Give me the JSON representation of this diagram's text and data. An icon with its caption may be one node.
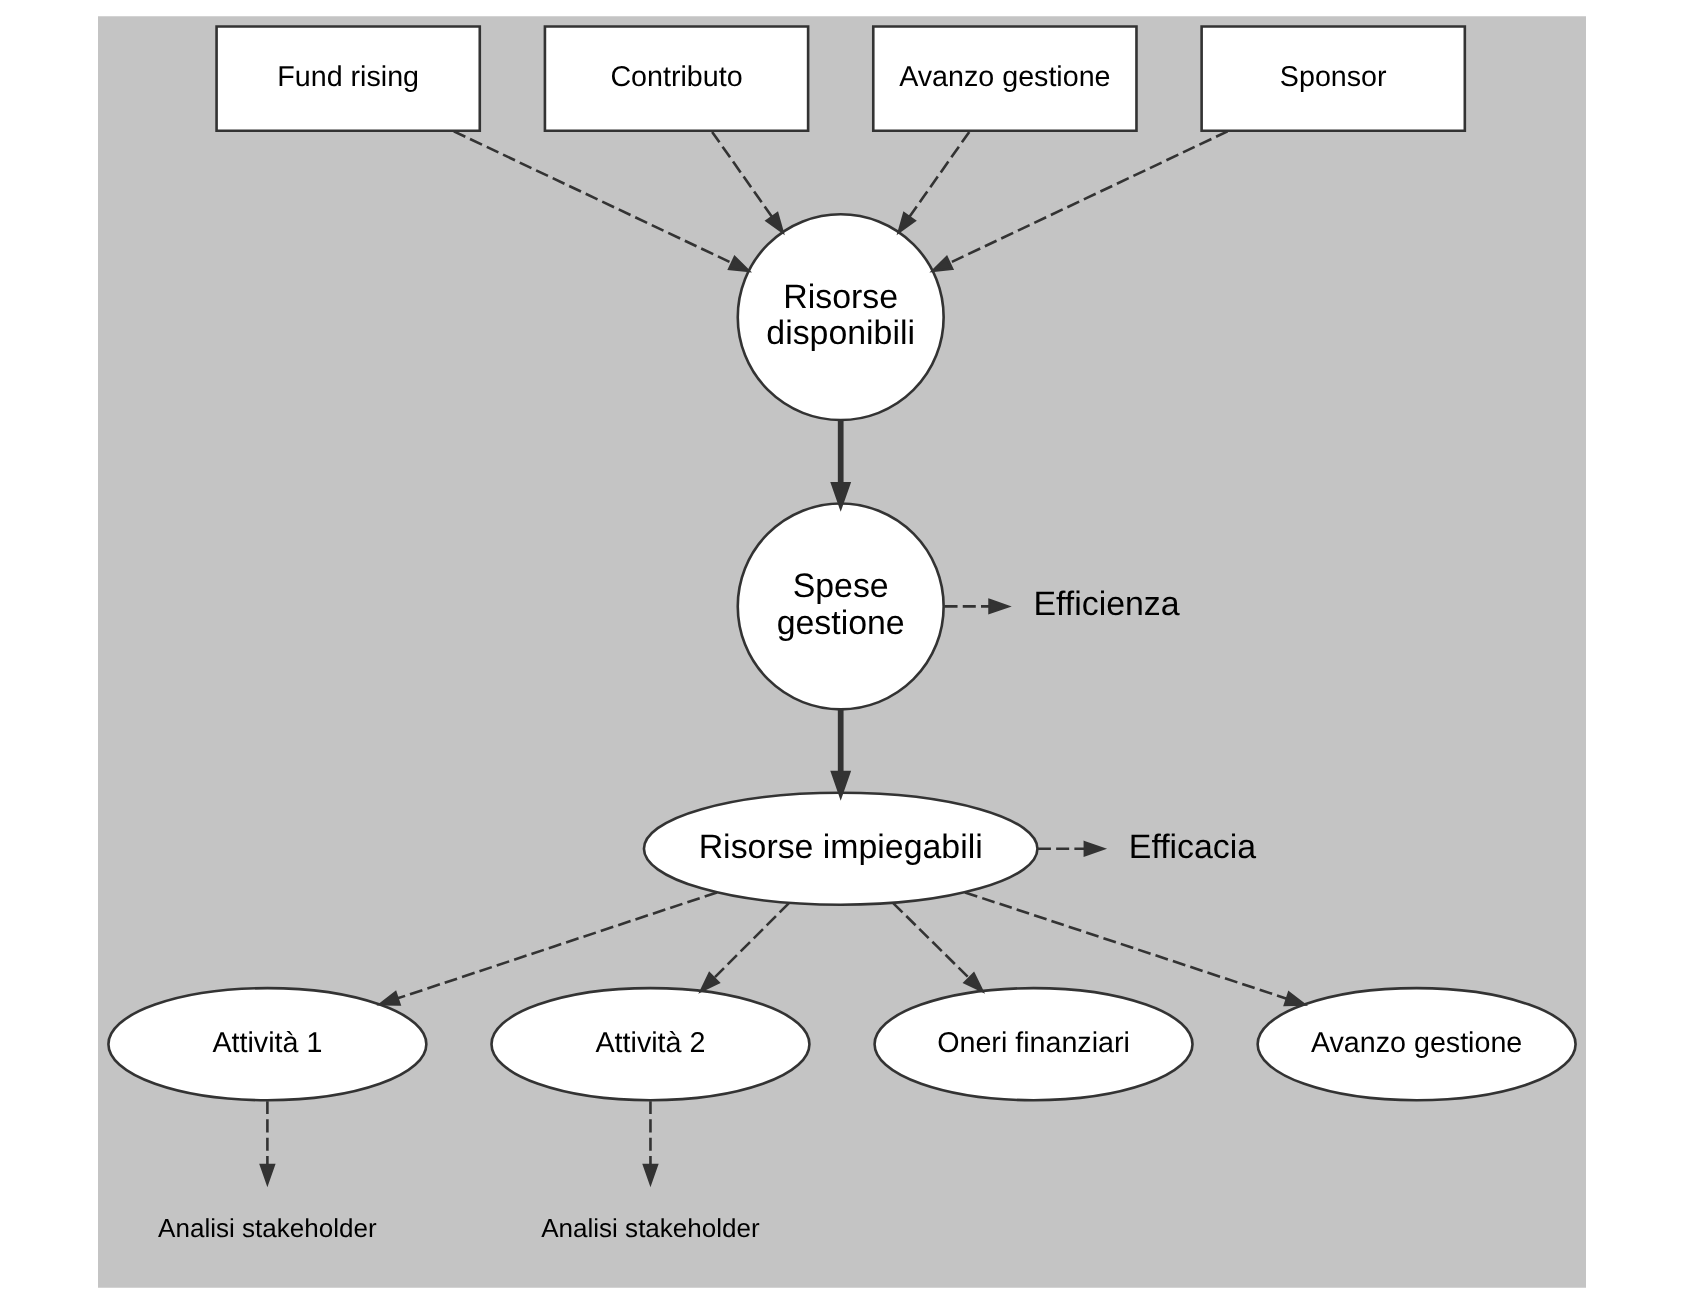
{
  "diagram": {
    "nodes": [
      {
        "text": [
          "Fund rising"
        ]
      },
      {
        "text": [
          "Contributo"
        ]
      },
      {
        "text": [
          "Avanzo gestione"
        ]
      },
      {
        "text": [
          "Sponsor"
        ]
      },
      {
        "text": [
          "Risorse disponibili"
        ]
      },
      {
        "text": [
          "Spese gestione"
        ]
      },
      {
        "text": [
          "Efficienza"
        ]
      },
      {
        "text": [
          "Risorse impiegabili"
        ]
      },
      {
        "text": [
          "Efficacia"
        ]
      },
      {
        "text": [
          "Attività 1"
        ]
      },
      {
        "text": [
          "Attività 2"
        ]
      },
      {
        "text": [
          "Oneri finanziari"
        ]
      },
      {
        "text": [
          "Avanzo gestione"
        ]
      },
      {
        "text": [
          "Analisi stakeholder"
        ]
      },
      {
        "text": [
          "Analisi stakeholder"
        ]
      }
    ],
    "edges": [
      {
        "from": 0,
        "to": 4,
        "arrow": "to",
        "style": "dashed"
      },
      {
        "from": 1,
        "to": 4,
        "arrow": "to",
        "style": "dashed"
      },
      {
        "from": 2,
        "to": 4,
        "arrow": "to",
        "style": "dashed"
      },
      {
        "from": 3,
        "to": 4,
        "arrow": "to",
        "style": "dashed"
      },
      {
        "from": 4,
        "to": 5,
        "arrow": "to",
        "style": "thick"
      },
      {
        "from": 5,
        "to": 6,
        "arrow": "to",
        "style": "dashed"
      },
      {
        "from": 5,
        "to": 7,
        "arrow": "to",
        "style": "thick"
      },
      {
        "from": 7,
        "to": 8,
        "arrow": "to",
        "style": "dashed"
      },
      {
        "from": 7,
        "to": 9,
        "arrow": "to",
        "style": "dashed"
      },
      {
        "from": 7,
        "to": 10,
        "arrow": "to",
        "style": "dashed"
      },
      {
        "from": 7,
        "to": 11,
        "arrow": "to",
        "style": "dashed"
      },
      {
        "from": 7,
        "to": 12,
        "arrow": "to",
        "style": "dashed"
      },
      {
        "from": 9,
        "to": 13,
        "arrow": "to",
        "style": "dashed"
      },
      {
        "from": 10,
        "to": 14,
        "arrow": "to",
        "style": "dashed"
      }
    ]
  }
}
